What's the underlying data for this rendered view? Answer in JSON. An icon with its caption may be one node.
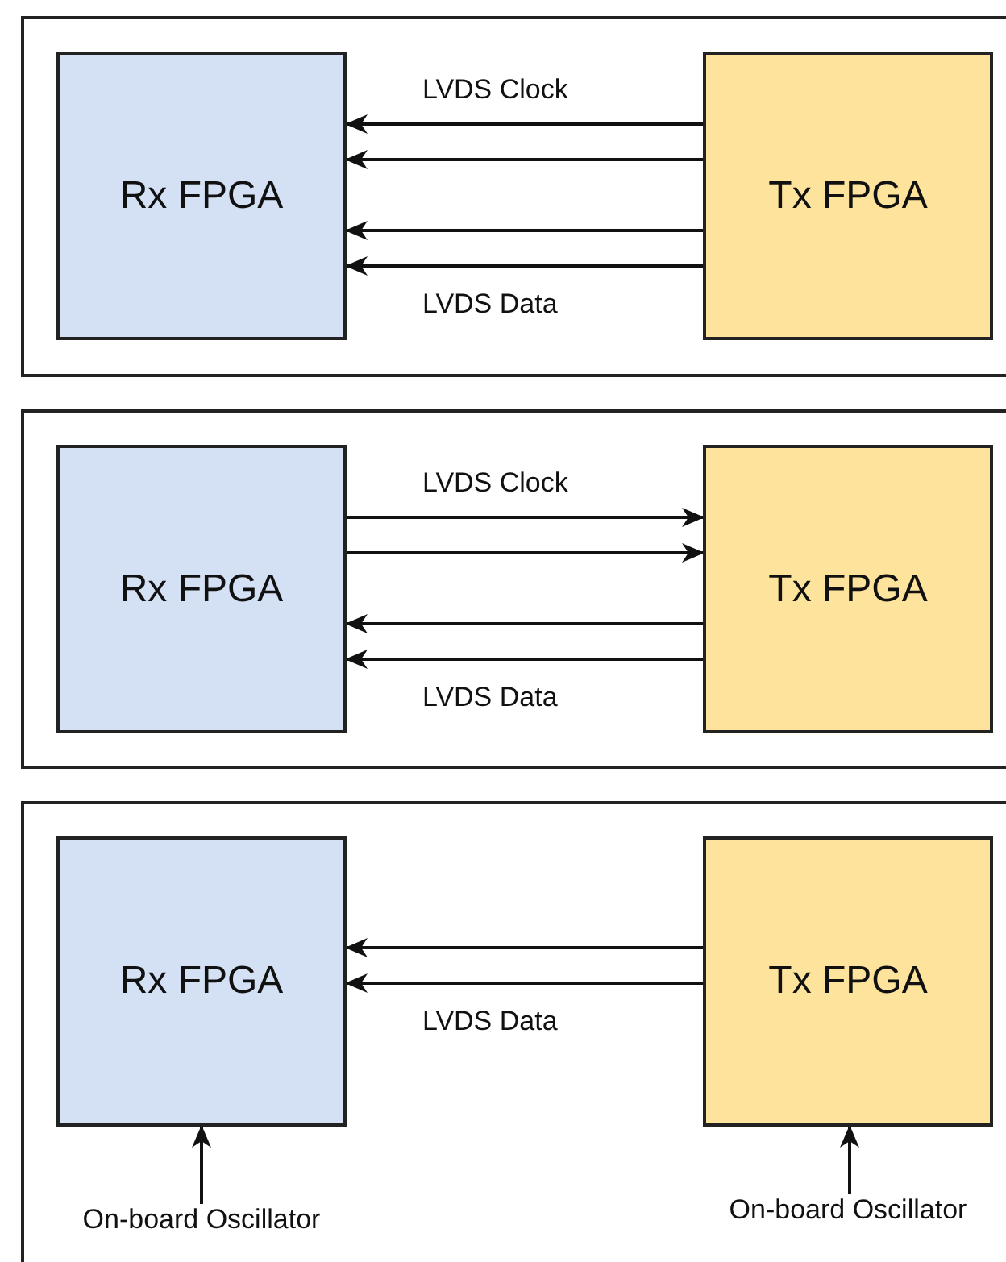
{
  "diagram": {
    "nodes": [
      {
        "text": [],
        "shape": "box"
      },
      {
        "text": [
          "Rx FPGA"
        ],
        "in": 0
      },
      {
        "text": [
          "Tx FPGA"
        ],
        "in": 0
      },
      {
        "text": [],
        "shape": "box"
      },
      {
        "text": [
          "Rx FPGA"
        ],
        "in": 3
      },
      {
        "text": [
          "Tx FPGA"
        ],
        "in": 3
      },
      {
        "text": [],
        "shape": "box"
      },
      {
        "text": [
          "Rx FPGA"
        ],
        "in": 6
      },
      {
        "text": [
          "Tx FPGA"
        ],
        "in": 6
      },
      {
        "text": [
          "On-board Oscillator"
        ],
        "in": 6
      },
      {
        "text": [
          "On-board Oscillator"
        ],
        "in": 6
      }
    ],
    "edges": [
      {
        "from": 2,
        "to": 1,
        "arrow": "to"
      },
      {
        "from": 2,
        "to": 1,
        "arrow": "to"
      },
      {
        "from": 2,
        "to": 1,
        "arrow": "to"
      },
      {
        "from": 2,
        "to": 1,
        "arrow": "to"
      },
      {
        "from": 4,
        "to": 5,
        "arrow": "to"
      },
      {
        "from": 4,
        "to": 5,
        "arrow": "to"
      },
      {
        "from": 5,
        "to": 4,
        "arrow": "to"
      },
      {
        "from": 5,
        "to": 4,
        "arrow": "to"
      },
      {
        "from": 8,
        "to": 7,
        "arrow": "to"
      },
      {
        "from": 8,
        "to": 7,
        "arrow": "to"
      },
      {
        "from": 9,
        "to": 7,
        "arrow": "to"
      },
      {
        "from": 10,
        "to": 8,
        "arrow": "to"
      }
    ],
    "labels": [
      "LVDS Clock",
      "LVDS Data",
      "LVDS Clock",
      "LVDS Data",
      "LVDS Data"
    ]
  }
}
